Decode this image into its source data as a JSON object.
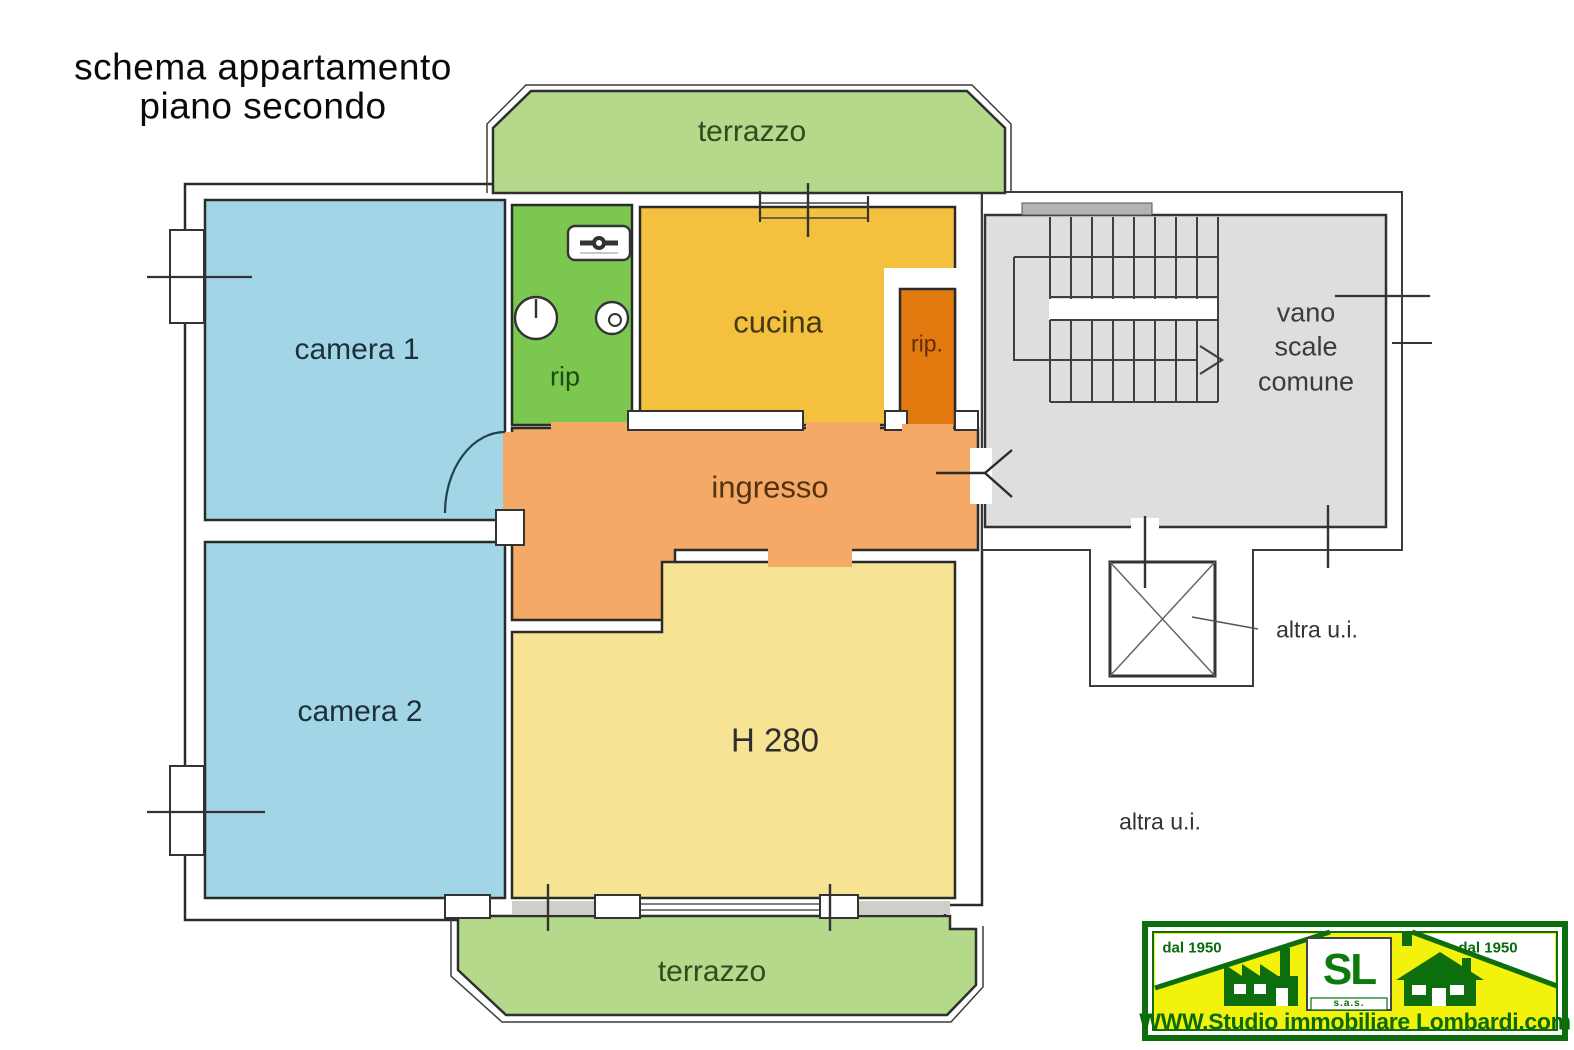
{
  "title": {
    "line1": "schema appartamento",
    "line2": "piano secondo"
  },
  "plan": {
    "rooms": {
      "terrazzo_top": "terrazzo",
      "camera1": "camera 1",
      "camera2": "camera 2",
      "rip": "rip",
      "cucina": "cucina",
      "rip_small": "rip.",
      "ingresso": "ingresso",
      "living_height": "H 280",
      "terrazzo_bottom": "terrazzo"
    },
    "stairwell": {
      "line1": "vano",
      "line2": "scale",
      "line3": "comune"
    },
    "annotations": {
      "altra_ui_elevator": "altra u.i.",
      "altra_ui_area": "altra u.i."
    },
    "colors": {
      "terrace_green": "#b5d98b",
      "room_blue": "#a2d5e6",
      "rip_green": "#7cc750",
      "kitchen_yellow": "#f3c13d",
      "closet_orange": "#e1790f",
      "hall_orange": "#f4a967",
      "living_yellow": "#f7e394",
      "stairwell_gray": "#dedede",
      "wall_line": "#2b2b2b",
      "logo_green": "#0c6e0c",
      "logo_yellow": "#f2f20c"
    }
  },
  "logo": {
    "dal_left": "dal 1950",
    "dal_right": "dal 1950",
    "monogram": "SL",
    "company_type": "s.a.s.",
    "website": "WWW.Studio immobiliare Lombardi.com"
  }
}
